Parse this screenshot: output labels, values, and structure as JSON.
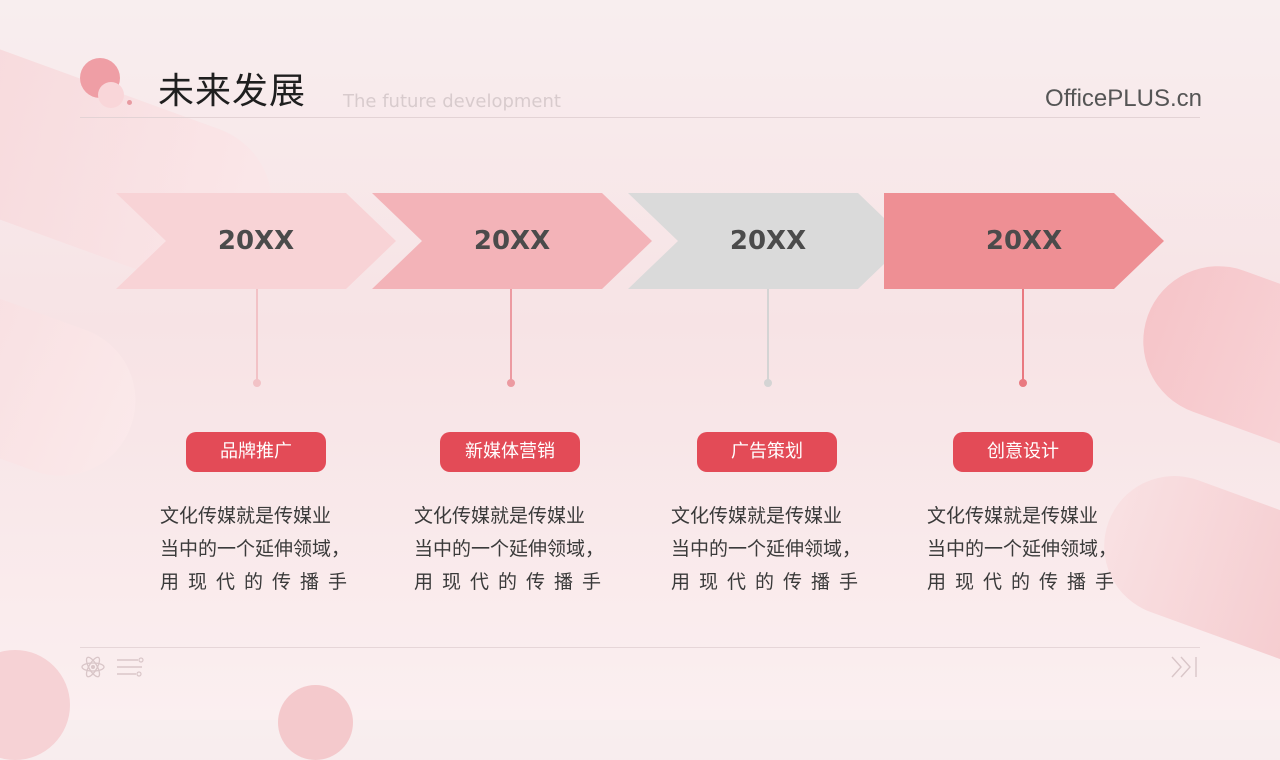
{
  "header": {
    "title": "未来发展",
    "subtitle": "The future development",
    "brand_prefix": "Office",
    "brand_strong": "PLUS",
    "brand_suffix": ".cn"
  },
  "timeline": [
    {
      "year": "20XX",
      "label": "品牌推广",
      "desc_line1": "文化传媒就是传媒业",
      "desc_line2": "当中的一个延伸领域，",
      "desc_line3": "用现代的传播手",
      "color": "#f8d3d6",
      "stem_color": "#f2c2c6"
    },
    {
      "year": "20XX",
      "label": "新媒体营销",
      "desc_line1": "文化传媒就是传媒业",
      "desc_line2": "当中的一个延伸领域，",
      "desc_line3": "用现代的传播手",
      "color": "#f3b3b8",
      "stem_color": "#ec9aa1"
    },
    {
      "year": "20XX",
      "label": "广告策划",
      "desc_line1": "文化传媒就是传媒业",
      "desc_line2": "当中的一个延伸领域，",
      "desc_line3": "用现代的传播手",
      "color": "#dadada",
      "stem_color": "#d4d4d4"
    },
    {
      "year": "20XX",
      "label": "创意设计",
      "desc_line1": "文化传媒就是传媒业",
      "desc_line2": "当中的一个延伸领域，",
      "desc_line3": "用现代的传播手",
      "color": "#ee8f94",
      "stem_color": "#e97980"
    }
  ],
  "footer": {
    "atom_icon": "atom-icon",
    "lines_icon": "circuit-lines-icon",
    "next_icon": "fast-forward-icon"
  },
  "colors": {
    "accent": "#e34b57"
  }
}
